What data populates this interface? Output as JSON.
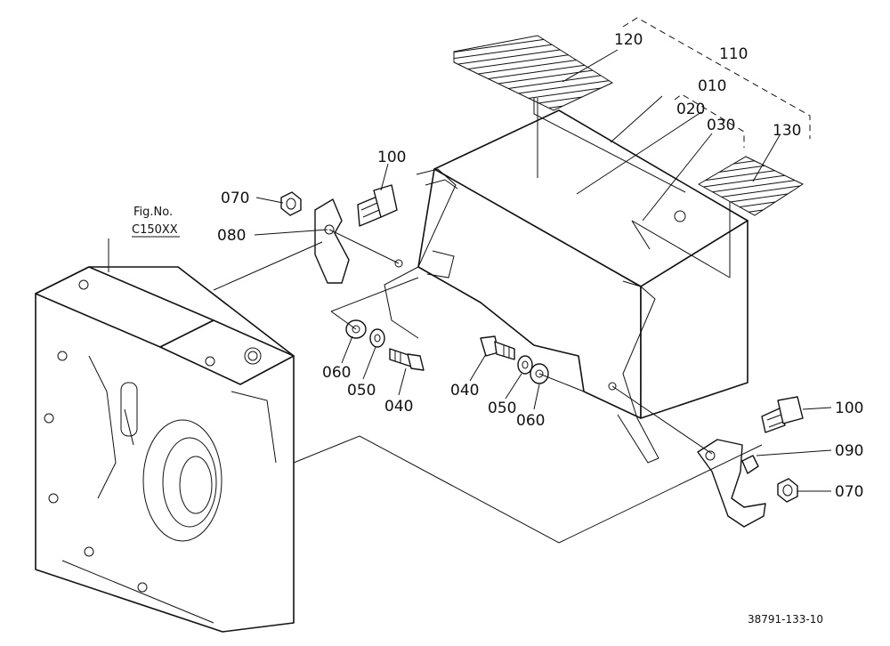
{
  "figure_ref": {
    "line1": "Fig.No.",
    "line2": "C150XX"
  },
  "drawing_number": "38791-133-10",
  "callouts": {
    "p120": "120",
    "p110": "110",
    "p010": "010",
    "p020": "020",
    "p030": "030",
    "p130": "130",
    "p100a": "100",
    "p070a": "070",
    "p080": "080",
    "p060a": "060",
    "p050a": "050",
    "p040a": "040",
    "p040b": "040",
    "p050b": "050",
    "p060b": "060",
    "p100b": "100",
    "p090": "090",
    "p070b": "070"
  }
}
